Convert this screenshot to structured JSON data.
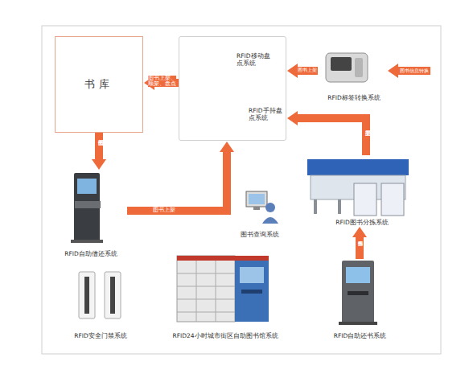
{
  "diagram": {
    "nodes": [
      {
        "text": [
          "书库"
        ]
      },
      {
        "text": [
          "RFID移动盘点系统",
          "RFID手持盘点系统"
        ]
      },
      {
        "text": [
          "RFID标签转换系统"
        ]
      },
      {
        "text": [
          "RFID自助借还系统"
        ]
      },
      {
        "text": [
          "图书查询系统"
        ]
      },
      {
        "text": [
          "RFID图书分拣系统"
        ]
      },
      {
        "text": [
          "RFID安全门禁系统"
        ]
      },
      {
        "text": [
          "RFID24小时城市街区自助图书馆系统"
        ]
      },
      {
        "text": [
          "RFID自助还书系统"
        ]
      }
    ],
    "edges": [
      {
        "from": 1,
        "to": 0,
        "arrow": "to",
        "label": "图书上架、顺架、盘点"
      },
      {
        "from": 2,
        "to": 1,
        "arrow": "to",
        "label": "图书上架"
      },
      {
        "from": 0,
        "to": 3,
        "arrow": "to",
        "label": "图书借阅"
      },
      {
        "from": 3,
        "to": 1,
        "arrow": "to",
        "label": "图书上架"
      },
      {
        "from": 5,
        "to": 1,
        "arrow": "to",
        "label": "图书上架"
      },
      {
        "from": 8,
        "to": 5,
        "arrow": "to",
        "label": "图书分拣"
      }
    ],
    "labels": [
      "图书信息转换"
    ]
  }
}
